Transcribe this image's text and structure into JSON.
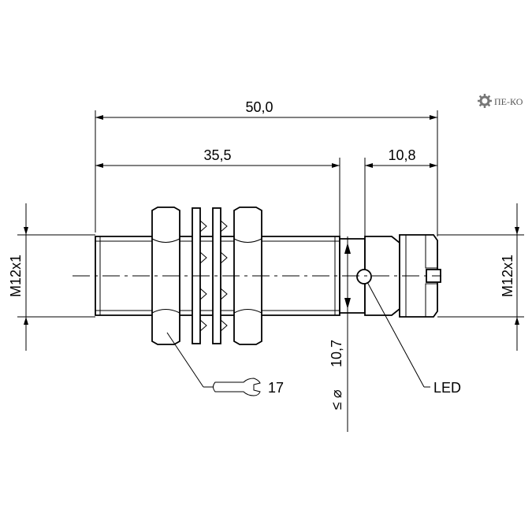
{
  "logo": {
    "text": "ПЕ-КО",
    "icon": "gear-icon"
  },
  "dimensions": {
    "overall_length": "50,0",
    "thread_length": "35,5",
    "connector_length": "10,8",
    "thread_left": "M12x1",
    "thread_right": "M12x1",
    "max_diameter_symbol": "≤ ⌀",
    "max_diameter": "10,7",
    "wrench_size": "17"
  },
  "labels": {
    "led": "LED"
  },
  "icons": {
    "wrench": "wrench-icon"
  }
}
